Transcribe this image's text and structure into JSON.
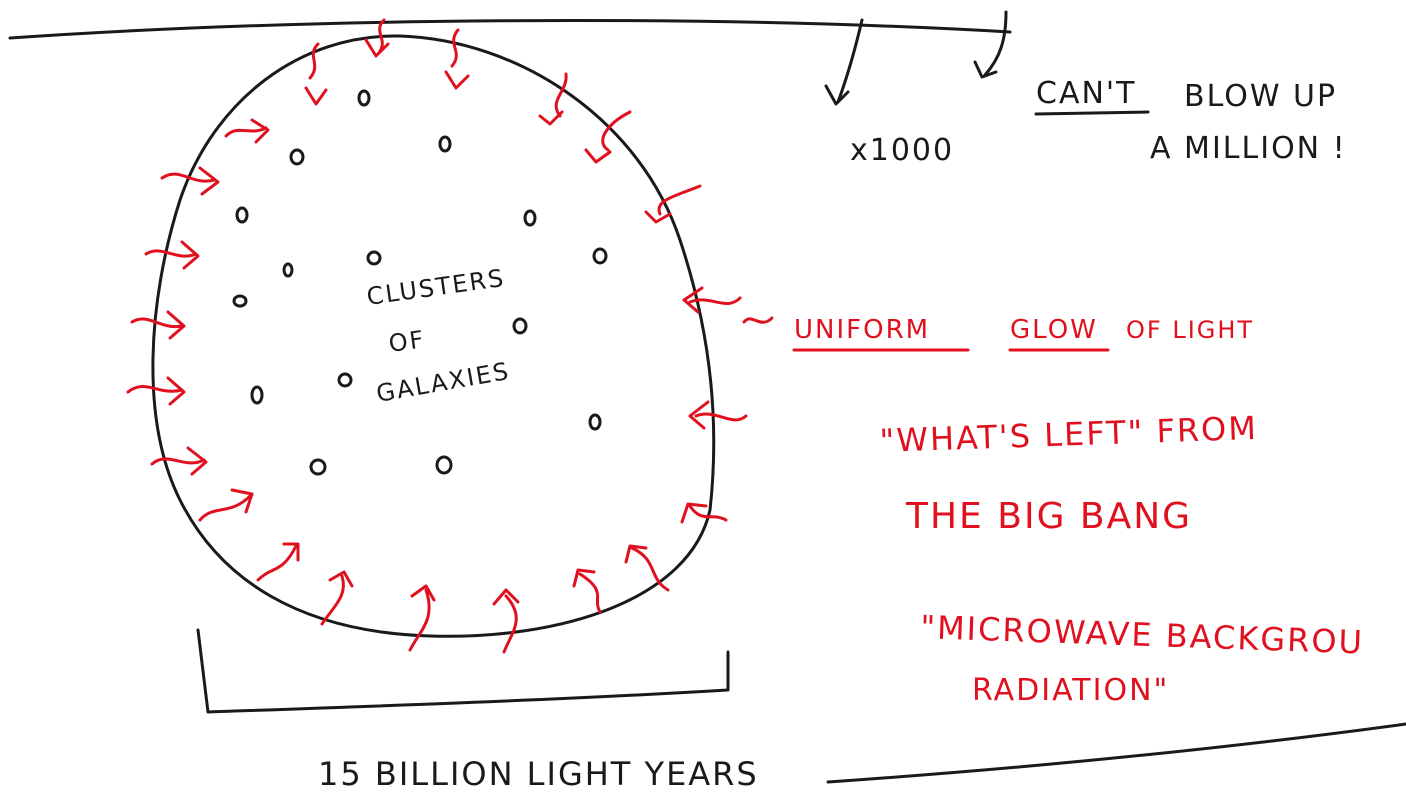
{
  "colors": {
    "ink_black": "#1a1a1a",
    "ink_red": "#e0101e",
    "paper": "#ffffff"
  },
  "labels": {
    "x1000": "x1000",
    "cant": "CAN'T",
    "blow_up": "BLOW UP",
    "a_million": "A MILLION !",
    "clusters": "CLUSTERS",
    "of": "OF",
    "galaxies": "GALAXIES",
    "uniform": "UNIFORM",
    "glow": "GLOW",
    "of_light": "OF LIGHT",
    "whats_left": "\"WHAT'S LEFT\" FROM",
    "big_bang": "THE BIG BANG",
    "microwave": "\"MICROWAVE BACKGROU",
    "radiation": "RADIATION\"",
    "scale": "15 BILLION LIGHT YEARS"
  }
}
